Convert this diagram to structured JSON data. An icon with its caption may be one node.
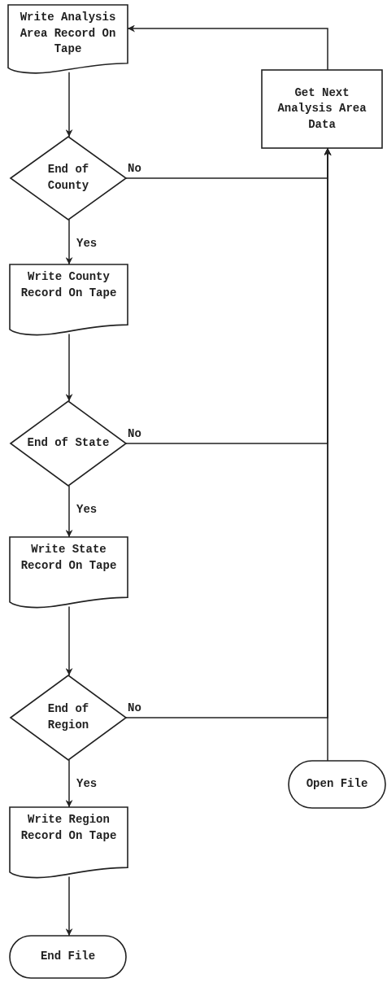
{
  "diagram": {
    "nodes": [
      {
        "text": [
          "Write Analysis Area Record On Tape"
        ]
      },
      {
        "text": [
          "Get Next Analysis Area Data"
        ]
      },
      {
        "text": [
          "End of County"
        ]
      },
      {
        "text": [
          "Write County Record On Tape"
        ]
      },
      {
        "text": [
          "End of State"
        ]
      },
      {
        "text": [
          "Write State Record On Tape"
        ]
      },
      {
        "text": [
          "End of Region"
        ]
      },
      {
        "text": [
          "Write Region Record On Tape"
        ]
      },
      {
        "text": [
          "Open File"
        ]
      },
      {
        "text": [
          "End File"
        ]
      }
    ],
    "edges": [
      {
        "from": 0,
        "to": 2,
        "arrow": "to"
      },
      {
        "from": 2,
        "to": 1,
        "arrow": "to",
        "label": "No"
      },
      {
        "from": 2,
        "to": 3,
        "arrow": "to",
        "label": "Yes"
      },
      {
        "from": 3,
        "to": 4,
        "arrow": "to"
      },
      {
        "from": 4,
        "to": 1,
        "arrow": "to",
        "label": "No"
      },
      {
        "from": 4,
        "to": 5,
        "arrow": "to",
        "label": "Yes"
      },
      {
        "from": 5,
        "to": 6,
        "arrow": "to"
      },
      {
        "from": 6,
        "to": 1,
        "arrow": "to",
        "label": "No"
      },
      {
        "from": 6,
        "to": 7,
        "arrow": "to",
        "label": "Yes"
      },
      {
        "from": 7,
        "to": 9,
        "arrow": "to"
      },
      {
        "from": 8,
        "to": 1,
        "arrow": "to"
      },
      {
        "from": 1,
        "to": 0,
        "arrow": "to"
      }
    ]
  }
}
